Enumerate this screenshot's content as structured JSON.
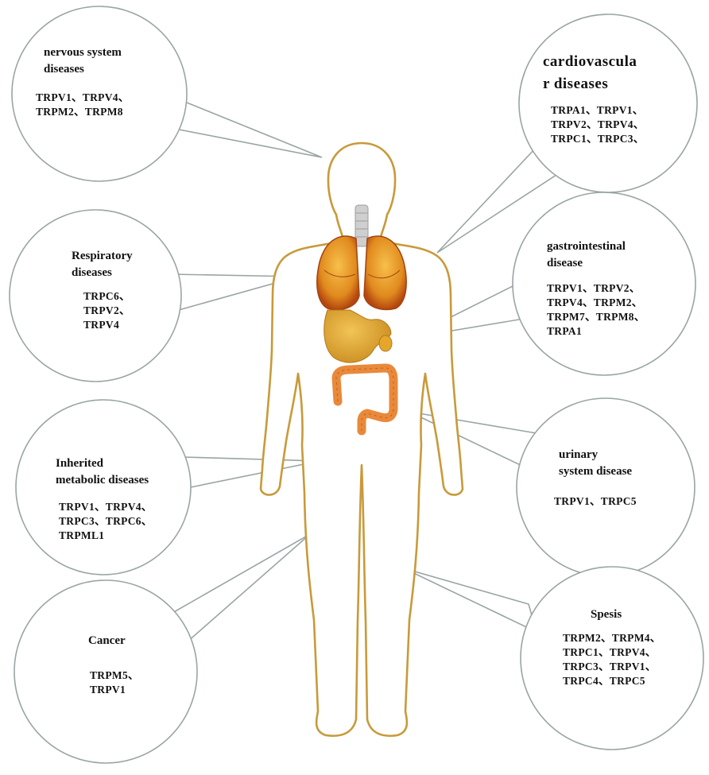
{
  "bubbles": [
    {
      "id": "nervous",
      "title": "nervous system\ndiseases",
      "genes": "TRPV1、TRPV4、\nTRPM2、TRPM8"
    },
    {
      "id": "cardio",
      "title": "cardiovascula\nr diseases",
      "genes": "TRPA1、TRPV1、\nTRPV2、TRPV4、\nTRPC1、TRPC3、"
    },
    {
      "id": "respiratory",
      "title": "Respiratory\ndiseases",
      "genes": "TRPC6、\nTRPV2、\nTRPV4"
    },
    {
      "id": "gastro",
      "title": "gastrointestinal\ndisease",
      "genes": "TRPV1、TRPV2、\nTRPV4、TRPM2、\nTRPM7、TRPM8、\nTRPA1"
    },
    {
      "id": "metabolic",
      "title": "Inherited\nmetabolic diseases",
      "genes": "TRPV1、TRPV4、\nTRPC3、TRPC6、\nTRPML1"
    },
    {
      "id": "urinary",
      "title": "urinary\nsystem disease",
      "genes": "TRPV1、TRPC5"
    },
    {
      "id": "cancer",
      "title": "Cancer",
      "genes": "TRPM5、\nTRPV1"
    },
    {
      "id": "sepsis",
      "title": "Spesis",
      "genes": "TRPM2、TRPM4、\nTRPC1、TRPV4、\nTRPC3、TRPV1、\nTRPC4、TRPC5"
    }
  ],
  "colors": {
    "body_outline": "#c89a3a",
    "bubble_stroke": "#9aa4a4",
    "lung": "#e08a1e",
    "lung_dark": "#b5480f",
    "stomach": "#d9a030",
    "intestine": "#e9893a",
    "trachea": "#bdbdbd"
  }
}
